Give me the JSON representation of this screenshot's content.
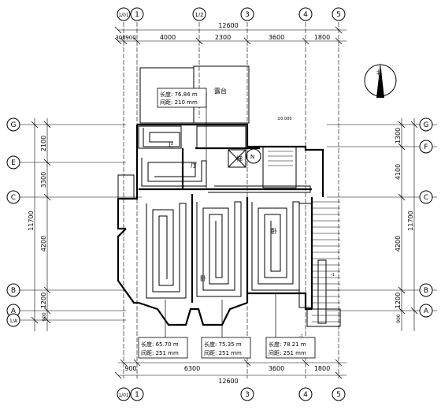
{
  "grid": {
    "top_labels": [
      "1/01",
      "1",
      "1/2",
      "3",
      "4",
      "5"
    ],
    "bottom_labels": [
      "1/01",
      "1",
      "3",
      "4",
      "5"
    ],
    "left_labels": [
      "G",
      "E",
      "C",
      "B",
      "A",
      "1/A"
    ],
    "right_labels": [
      "G",
      "F",
      "C",
      "B",
      "A"
    ]
  },
  "dimensions": {
    "top_total": "12600",
    "top_segments": [
      "300",
      "900",
      "4000",
      "2300",
      "3600",
      "1800"
    ],
    "bottom_total": "12600",
    "bottom_segments": [
      "900",
      "6300",
      "3600",
      "1800"
    ],
    "left_total": "11700",
    "left_segments": [
      "2100",
      "3300",
      "4200",
      "1200",
      "900"
    ],
    "right_total": "11700",
    "right_segments": [
      "1300",
      "4100",
      "4200",
      "1200",
      "900"
    ]
  },
  "rooms": {
    "terrace": "露台",
    "bath": "卫",
    "hall": "厅",
    "stair": "梯",
    "bedroom_a": "卧",
    "bedroom_b": "卧",
    "north_mark": "北"
  },
  "tags": {
    "valve": "N",
    "level": "±0.000",
    "section_a": "-1",
    "section_b": "-1"
  },
  "pipe_notes": [
    {
      "length": "长度: 76.84 m",
      "spacing": "间距: 210 mm"
    },
    {
      "length": "长度: 65.70 m",
      "spacing": "间距: 251 mm"
    },
    {
      "length": "长度: 75.35 m",
      "spacing": "间距: 251 mm"
    },
    {
      "length": "长度: 78.21 m",
      "spacing": "间距: 251 mm"
    }
  ]
}
